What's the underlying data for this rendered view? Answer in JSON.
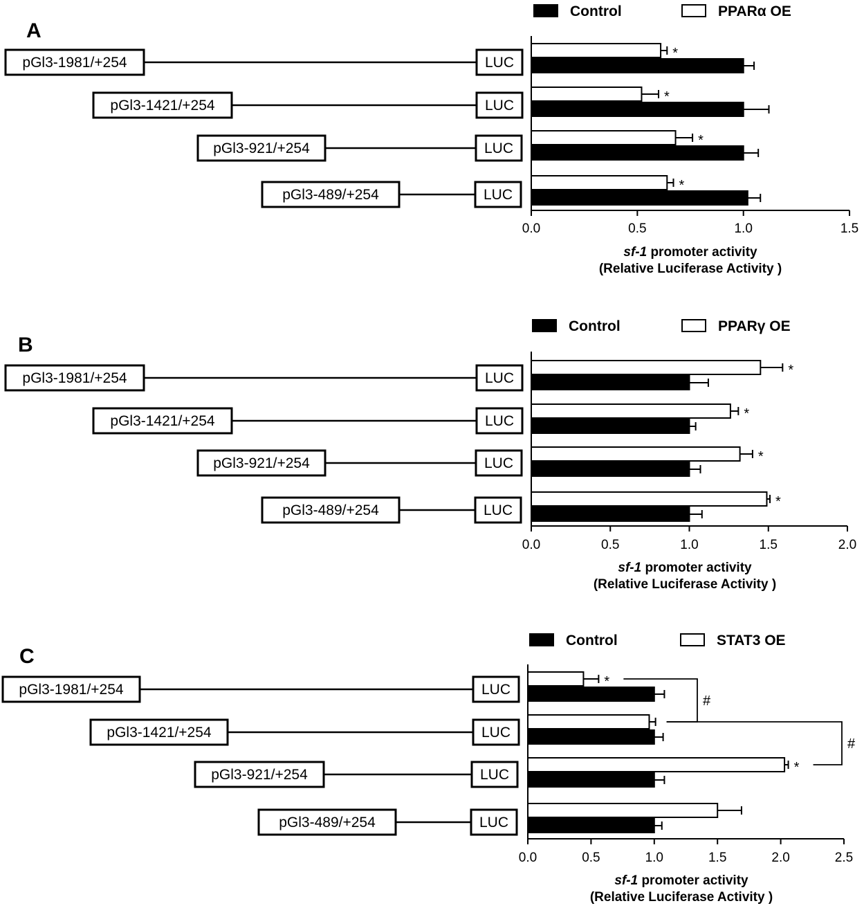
{
  "chart_data": [
    {
      "type": "bar",
      "panel": "A",
      "categories": [
        "pGl3-1981/+254",
        "pGl3-1421/+254",
        "pGl3-921/+254",
        "pGl3-489/+254"
      ],
      "reporter_label": "LUC",
      "series": [
        {
          "name": "Control",
          "color": "#000000",
          "values": [
            1.0,
            1.0,
            1.0,
            1.02
          ],
          "errors": [
            0.05,
            0.12,
            0.07,
            0.06
          ]
        },
        {
          "name": "PPARα OE",
          "color": "#ffffff",
          "values": [
            0.61,
            0.52,
            0.68,
            0.64
          ],
          "errors": [
            0.03,
            0.08,
            0.08,
            0.03
          ]
        }
      ],
      "significance": [
        "*",
        "*",
        "*",
        "*"
      ],
      "xlim": [
        0,
        1.5
      ],
      "xticks": [
        "0.0",
        "0.5",
        "1.0",
        "1.5"
      ],
      "xlabel_italic": "sf-1",
      "xlabel_rest": " promoter activity",
      "xlabel_line2": "(Relative Luciferase Activity )"
    },
    {
      "type": "bar",
      "panel": "B",
      "categories": [
        "pGl3-1981/+254",
        "pGl3-1421/+254",
        "pGl3-921/+254",
        "pGl3-489/+254"
      ],
      "reporter_label": "LUC",
      "series": [
        {
          "name": "Control",
          "color": "#000000",
          "values": [
            1.0,
            1.0,
            1.0,
            1.0
          ],
          "errors": [
            0.12,
            0.04,
            0.07,
            0.08
          ]
        },
        {
          "name": "PPARγ OE",
          "color": "#ffffff",
          "values": [
            1.45,
            1.26,
            1.32,
            1.49
          ],
          "errors": [
            0.14,
            0.05,
            0.08,
            0.02
          ]
        }
      ],
      "significance": [
        "*",
        "*",
        "*",
        "*"
      ],
      "xlim": [
        0,
        2.0
      ],
      "xticks": [
        "0.0",
        "0.5",
        "1.0",
        "1.5",
        "2.0"
      ],
      "xlabel_italic": "sf-1",
      "xlabel_rest": " promoter activity",
      "xlabel_line2": "(Relative Luciferase Activity )"
    },
    {
      "type": "bar",
      "panel": "C",
      "categories": [
        "pGl3-1981/+254",
        "pGl3-1421/+254",
        "pGl3-921/+254",
        "pGl3-489/+254"
      ],
      "reporter_label": "LUC",
      "series": [
        {
          "name": "Control",
          "color": "#000000",
          "values": [
            1.0,
            1.0,
            1.0,
            1.0
          ],
          "errors": [
            0.08,
            0.07,
            0.08,
            0.06
          ]
        },
        {
          "name": "STAT3 OE",
          "color": "#ffffff",
          "values": [
            0.44,
            0.96,
            2.03,
            1.5
          ],
          "errors": [
            0.12,
            0.05,
            0.03,
            0.19
          ]
        }
      ],
      "significance": [
        "*",
        "",
        "*",
        ""
      ],
      "brackets": [
        {
          "from": 0,
          "to": 1,
          "symbol": "#"
        },
        {
          "from": 1,
          "to": 2,
          "symbol": "#"
        }
      ],
      "xlim": [
        0,
        2.5
      ],
      "xticks": [
        "0.0",
        "0.5",
        "1.0",
        "1.5",
        "2.0",
        "2.5"
      ],
      "xlabel_italic": "sf-1",
      "xlabel_rest": " promoter activity",
      "xlabel_line2": "(Relative Luciferase Activity )"
    }
  ]
}
